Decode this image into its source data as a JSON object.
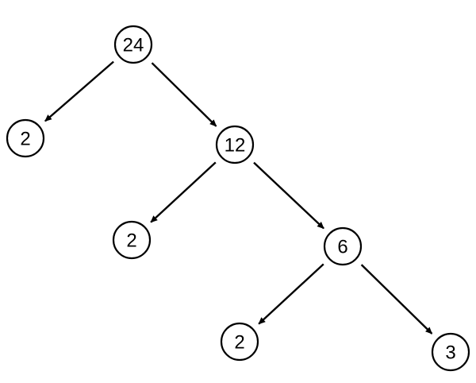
{
  "diagram": {
    "type": "factor-tree",
    "colors": {
      "stroke": "#000000",
      "fill": "#ffffff",
      "text": "#000000"
    },
    "nodes": [
      {
        "id": "n24",
        "label": "24"
      },
      {
        "id": "n2a",
        "label": "2"
      },
      {
        "id": "n12",
        "label": "12"
      },
      {
        "id": "n2b",
        "label": "2"
      },
      {
        "id": "n6",
        "label": "6"
      },
      {
        "id": "n2c",
        "label": "2"
      },
      {
        "id": "n3",
        "label": "3"
      }
    ],
    "edges": [
      {
        "from": "n24",
        "to": "n2a"
      },
      {
        "from": "n24",
        "to": "n12"
      },
      {
        "from": "n12",
        "to": "n2b"
      },
      {
        "from": "n12",
        "to": "n6"
      },
      {
        "from": "n6",
        "to": "n2c"
      },
      {
        "from": "n6",
        "to": "n3"
      }
    ]
  }
}
